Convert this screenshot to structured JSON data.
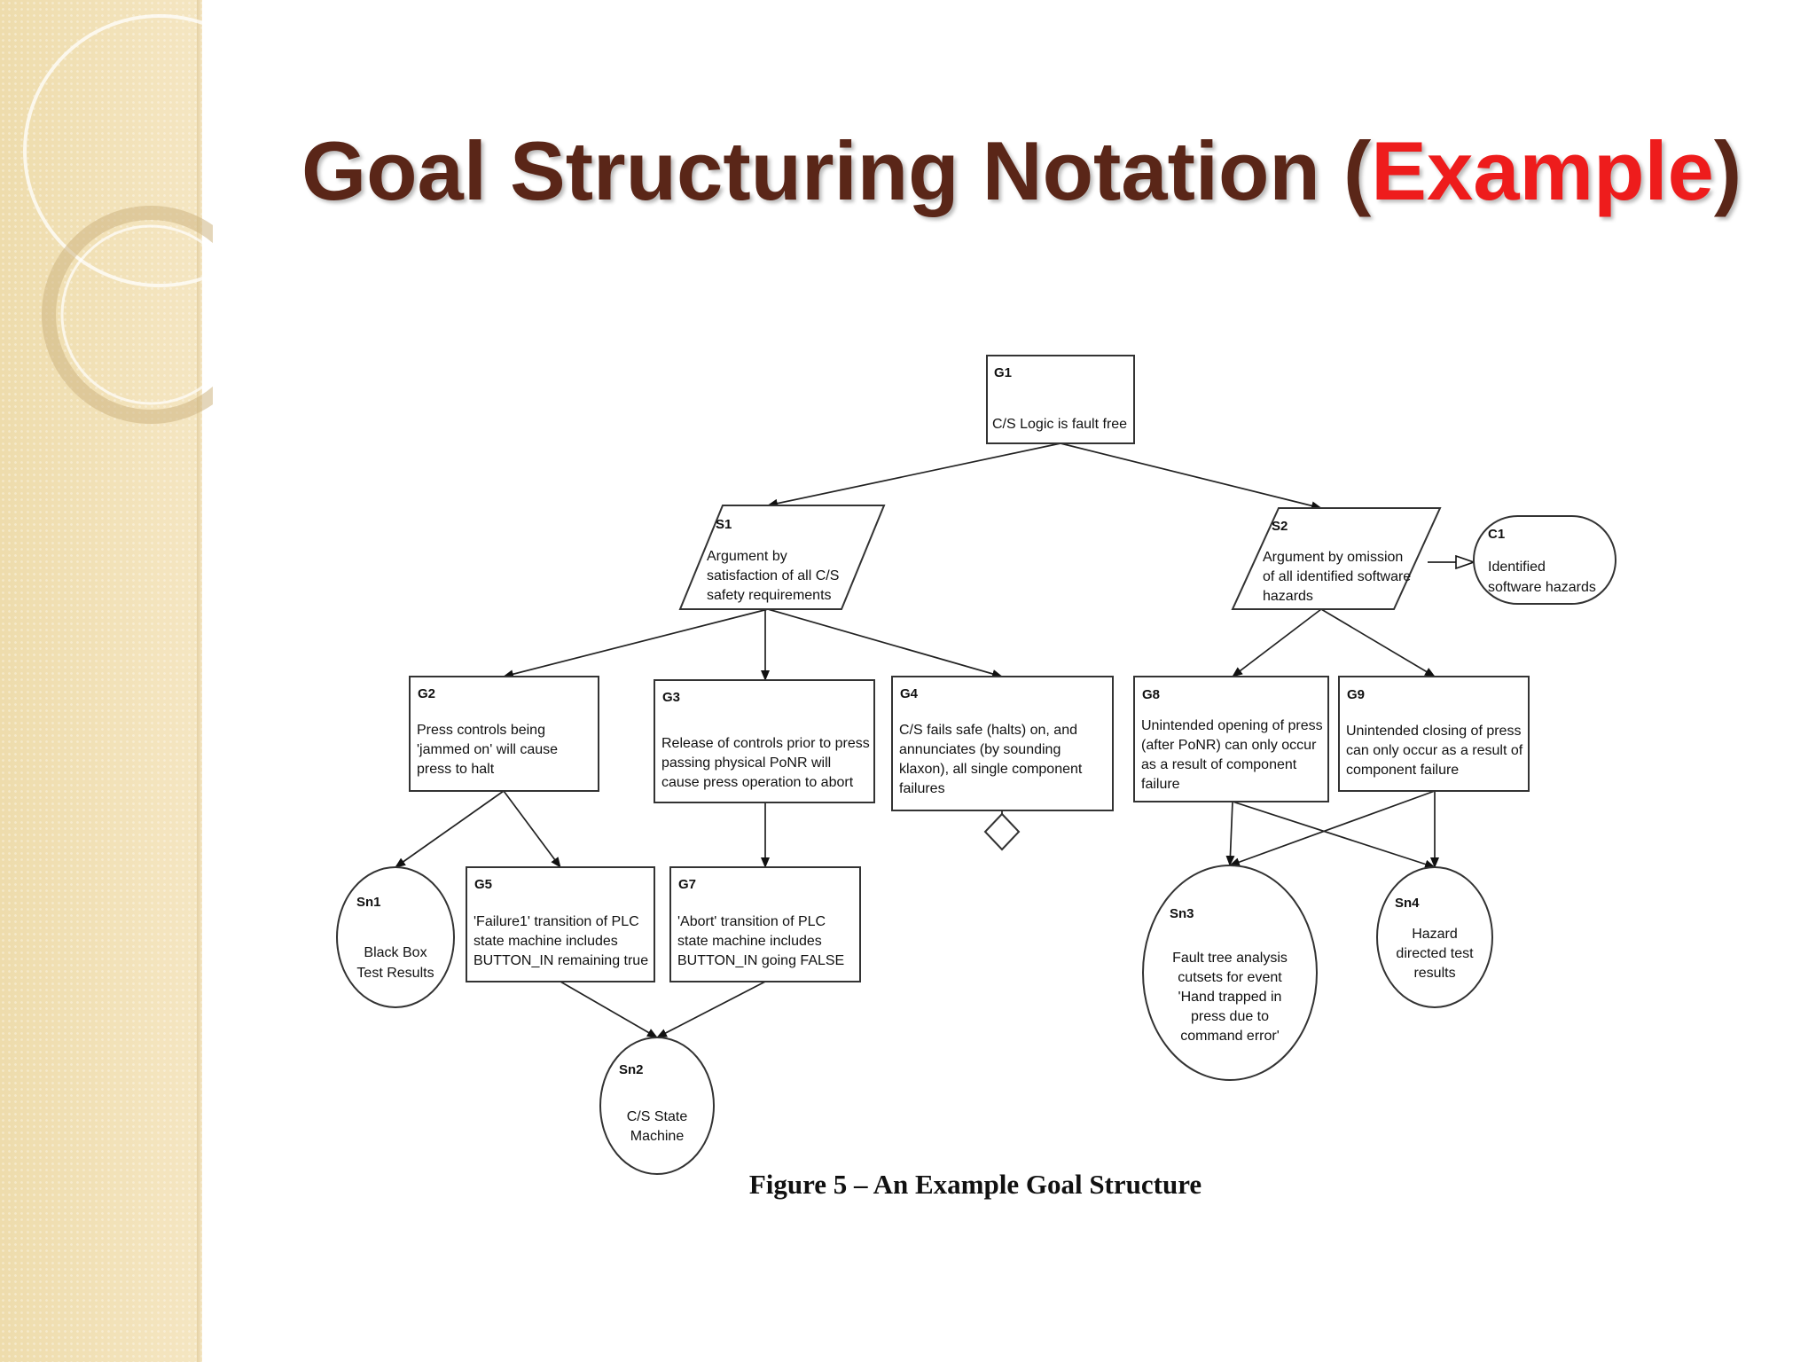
{
  "slide": {
    "title_main": "Goal Structuring Notation (",
    "title_accent": "Example",
    "title_close": ")",
    "caption": "Figure 5 – An Example Goal Structure"
  },
  "colors": {
    "title": "#5a2618",
    "accent": "#ee1c1c",
    "sidebar": "#f1dfb3"
  },
  "nodes": [
    {
      "id": "G1",
      "type": "goal",
      "lines": [
        "C/S Logic is fault free"
      ]
    },
    {
      "id": "S1",
      "type": "strategy",
      "lines": [
        "Argument by",
        "satisfaction of all C/S",
        "safety requirements"
      ]
    },
    {
      "id": "S2",
      "type": "strategy",
      "lines": [
        "Argument by omission",
        "of all identified software",
        "hazards"
      ]
    },
    {
      "id": "C1",
      "type": "context",
      "lines": [
        "Identified",
        "software hazards"
      ]
    },
    {
      "id": "G2",
      "type": "goal",
      "lines": [
        "Press controls being",
        "'jammed on' will cause",
        "press to halt"
      ]
    },
    {
      "id": "G3",
      "type": "goal",
      "lines": [
        "Release of controls prior to press",
        "passing physical PoNR will",
        "cause press operation to abort"
      ]
    },
    {
      "id": "G4",
      "type": "goal",
      "lines": [
        "C/S fails safe (halts) on, and",
        "annunciates (by sounding",
        "klaxon), all single component",
        "failures"
      ]
    },
    {
      "id": "G8",
      "type": "goal",
      "lines": [
        "Unintended opening of press",
        "(after PoNR) can only occur",
        "as a result of component",
        "failure"
      ]
    },
    {
      "id": "G9",
      "type": "goal",
      "lines": [
        "Unintended closing of press",
        "can only occur as a result of",
        "component failure"
      ]
    },
    {
      "id": "Sn1",
      "type": "solution",
      "lines": [
        "Black Box",
        "Test Results"
      ]
    },
    {
      "id": "G5",
      "type": "goal",
      "lines": [
        "'Failure1' transition of PLC",
        "state machine includes",
        "BUTTON_IN remaining true"
      ]
    },
    {
      "id": "G7",
      "type": "goal",
      "lines": [
        "'Abort' transition of PLC",
        "state machine includes",
        "BUTTON_IN going FALSE"
      ]
    },
    {
      "id": "Sn3",
      "type": "solution",
      "lines": [
        "Fault tree analysis",
        "cutsets for event",
        "'Hand trapped in",
        "press due to",
        "command error'"
      ]
    },
    {
      "id": "Sn4",
      "type": "solution",
      "lines": [
        "Hazard",
        "directed test",
        "results"
      ]
    },
    {
      "id": "Sn2",
      "type": "solution",
      "lines": [
        "C/S State",
        "Machine"
      ]
    }
  ],
  "edges": [
    {
      "from": "G1",
      "to": "S1",
      "kind": "supported_by"
    },
    {
      "from": "G1",
      "to": "S2",
      "kind": "supported_by"
    },
    {
      "from": "S2",
      "to": "C1",
      "kind": "in_context_of"
    },
    {
      "from": "S1",
      "to": "G2",
      "kind": "supported_by"
    },
    {
      "from": "S1",
      "to": "G3",
      "kind": "supported_by"
    },
    {
      "from": "S1",
      "to": "G4",
      "kind": "supported_by"
    },
    {
      "from": "S2",
      "to": "G8",
      "kind": "supported_by"
    },
    {
      "from": "S2",
      "to": "G9",
      "kind": "supported_by"
    },
    {
      "from": "G2",
      "to": "Sn1",
      "kind": "supported_by"
    },
    {
      "from": "G2",
      "to": "G5",
      "kind": "supported_by"
    },
    {
      "from": "G3",
      "to": "G7",
      "kind": "supported_by"
    },
    {
      "from": "G5",
      "to": "Sn2",
      "kind": "supported_by"
    },
    {
      "from": "G7",
      "to": "Sn2",
      "kind": "supported_by"
    },
    {
      "from": "G8",
      "to": "Sn3",
      "kind": "supported_by"
    },
    {
      "from": "G8",
      "to": "Sn4",
      "kind": "supported_by"
    },
    {
      "from": "G9",
      "to": "Sn3",
      "kind": "supported_by"
    },
    {
      "from": "G9",
      "to": "Sn4",
      "kind": "supported_by"
    }
  ],
  "undeveloped": [
    "G4"
  ]
}
